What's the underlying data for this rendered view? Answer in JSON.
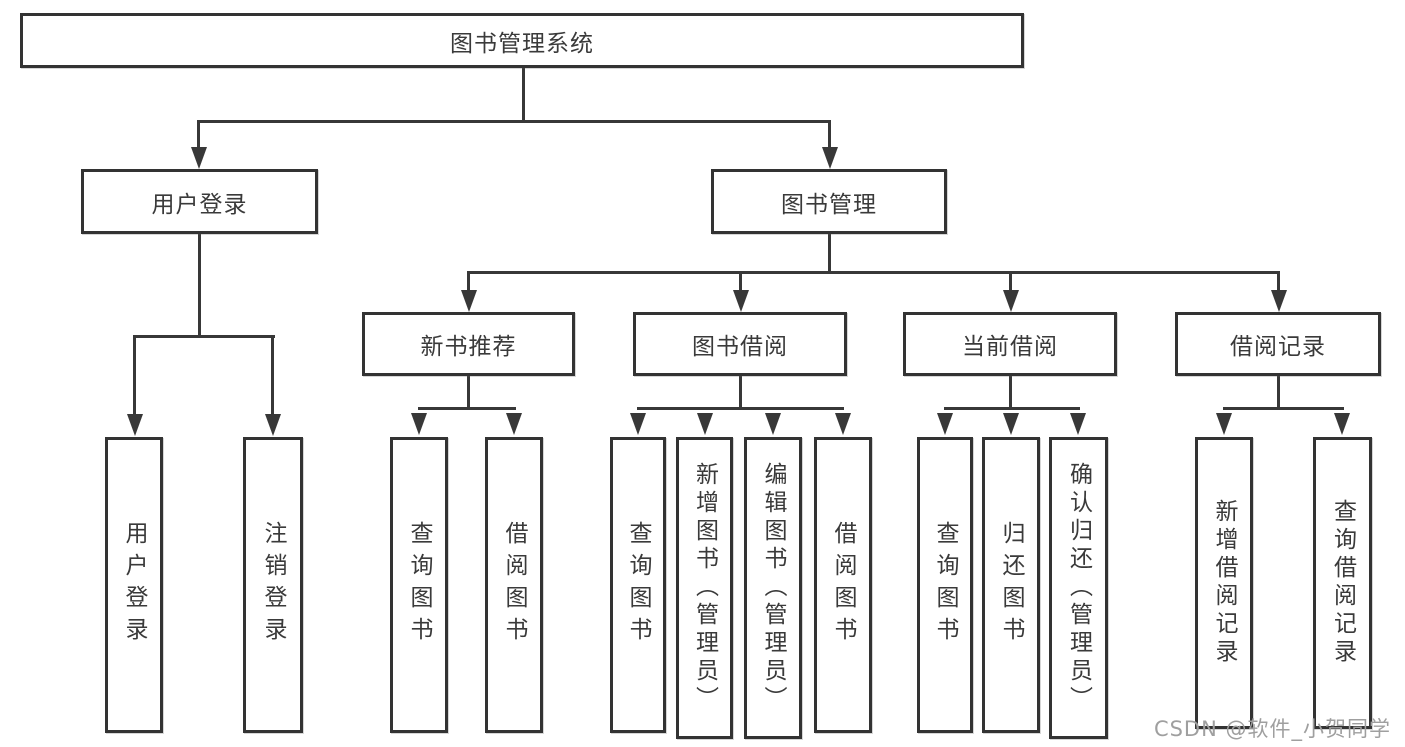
{
  "tree": {
    "root": "图书管理系统",
    "branches": [
      {
        "label": "用户登录",
        "children": [
          "用户登录",
          "注销登录"
        ]
      },
      {
        "label": "图书管理",
        "sections": [
          {
            "label": "新书推荐",
            "children": [
              "查询图书",
              "借阅图书"
            ]
          },
          {
            "label": "图书借阅",
            "children": [
              "查询图书",
              "新增图书（管理员）",
              "编辑图书（管理员）",
              "借阅图书"
            ]
          },
          {
            "label": "当前借阅",
            "children": [
              "查询图书",
              "归还图书",
              "确认归还（管理员）"
            ]
          },
          {
            "label": "借阅记录",
            "children": [
              "新增借阅记录",
              "查询借阅记录"
            ]
          }
        ]
      }
    ]
  },
  "watermark": {
    "text": "CSDN @软件_小贺同学"
  },
  "colors": {
    "line": "#383838",
    "border": "#333333",
    "text": "#3a3a3a",
    "watermark": "#9f9f9f",
    "background": "#ffffff"
  }
}
